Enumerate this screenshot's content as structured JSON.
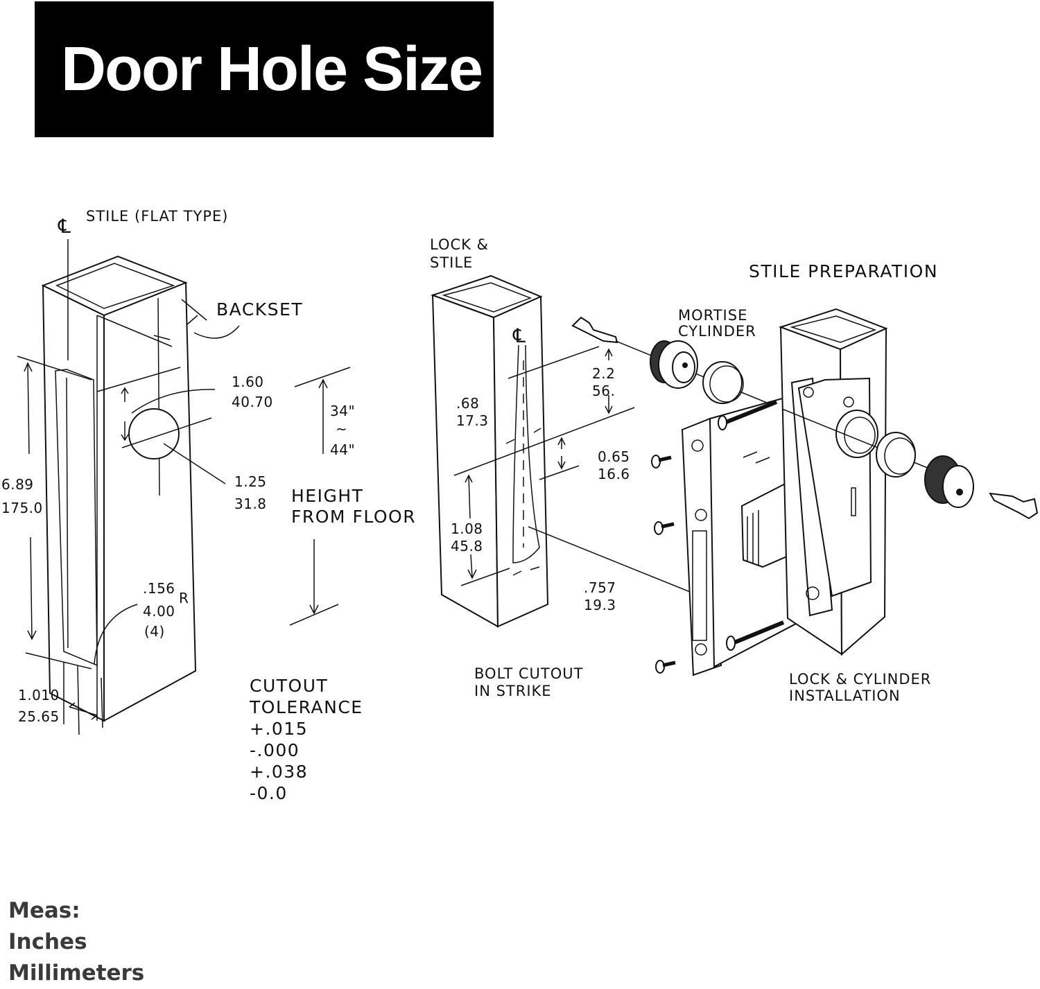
{
  "title": "Door Hole Size",
  "left_view": {
    "centerline_symbol": "℄",
    "stile_label": "STILE (FLAT TYPE)",
    "backset_label": "BACKSET",
    "dim_160_in": "1.60",
    "dim_160_mm": "40.70",
    "dim_125_in": "1.25",
    "dim_125_mm": "31.8",
    "dim_689_in": "6.89",
    "dim_689_mm": "175.0",
    "radius_in": ".156",
    "radius_r": "R",
    "radius_mm": "4.00",
    "radius_count": "(4)",
    "dim_1010_in": "1.010",
    "dim_1010_mm": "25.65",
    "height_top": "34\"",
    "height_tilde": "~",
    "height_bottom": "44\"",
    "height_label_1": "HEIGHT",
    "height_label_2": "FROM FLOOR",
    "tolerance_title_1": "CUTOUT",
    "tolerance_title_2": "TOLERANCE",
    "tolerance_values": [
      "+.015",
      "-.000",
      "+.038",
      "-0.0"
    ]
  },
  "right_view": {
    "lock_stile_1": "LOCK &",
    "lock_stile_2": "STILE",
    "centerline_symbol": "℄",
    "stile_prep": "STILE  PREPARATION",
    "mortise_1": "MORTISE",
    "mortise_2": "CYLINDER",
    "dim_22_in": "2.2",
    "dim_22_mm": "56.",
    "dim_68_in": ".68",
    "dim_68_mm": "17.3",
    "dim_065_in": "0.65",
    "dim_065_mm": "16.6",
    "dim_108_in": "1.08",
    "dim_108_mm": "45.8",
    "dim_757_in": ".757",
    "dim_757_mm": "19.3",
    "bolt_1": "BOLT CUTOUT",
    "bolt_2": "IN STRIKE",
    "install_1": "LOCK & CYLINDER",
    "install_2": "INSTALLATION"
  },
  "legend": {
    "line1": "Meas:",
    "line2": "Inches",
    "line3": "Millimeters"
  }
}
